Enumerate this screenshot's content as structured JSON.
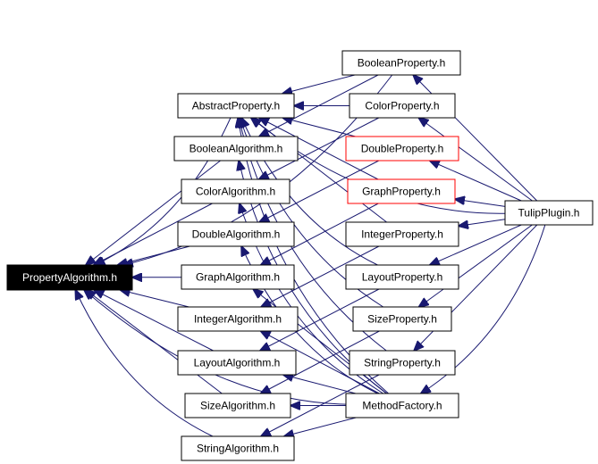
{
  "nodes": [
    {
      "id": "pa",
      "label": "PropertyAlgorithm.h",
      "style": "highlight"
    },
    {
      "id": "ap",
      "label": "AbstractProperty.h",
      "style": "normal"
    },
    {
      "id": "balg",
      "label": "BooleanAlgorithm.h",
      "style": "normal"
    },
    {
      "id": "calg",
      "label": "ColorAlgorithm.h",
      "style": "normal"
    },
    {
      "id": "dalg",
      "label": "DoubleAlgorithm.h",
      "style": "normal"
    },
    {
      "id": "galg",
      "label": "GraphAlgorithm.h",
      "style": "normal"
    },
    {
      "id": "ialg",
      "label": "IntegerAlgorithm.h",
      "style": "normal"
    },
    {
      "id": "lalg",
      "label": "LayoutAlgorithm.h",
      "style": "normal"
    },
    {
      "id": "salg",
      "label": "SizeAlgorithm.h",
      "style": "normal"
    },
    {
      "id": "stalg",
      "label": "StringAlgorithm.h",
      "style": "normal"
    },
    {
      "id": "bp",
      "label": "BooleanProperty.h",
      "style": "normal"
    },
    {
      "id": "cp",
      "label": "ColorProperty.h",
      "style": "normal"
    },
    {
      "id": "dp",
      "label": "DoubleProperty.h",
      "style": "red"
    },
    {
      "id": "gp",
      "label": "GraphProperty.h",
      "style": "red"
    },
    {
      "id": "ip",
      "label": "IntegerProperty.h",
      "style": "normal"
    },
    {
      "id": "lp",
      "label": "LayoutProperty.h",
      "style": "normal"
    },
    {
      "id": "sp",
      "label": "SizeProperty.h",
      "style": "normal"
    },
    {
      "id": "stp",
      "label": "StringProperty.h",
      "style": "normal"
    },
    {
      "id": "mf",
      "label": "MethodFactory.h",
      "style": "normal"
    },
    {
      "id": "tp",
      "label": "TulipPlugin.h",
      "style": "normal"
    }
  ],
  "edges": [
    [
      "ap",
      "pa"
    ],
    [
      "balg",
      "pa"
    ],
    [
      "calg",
      "pa"
    ],
    [
      "dalg",
      "pa"
    ],
    [
      "galg",
      "pa"
    ],
    [
      "ialg",
      "pa"
    ],
    [
      "lalg",
      "pa"
    ],
    [
      "salg",
      "pa"
    ],
    [
      "stalg",
      "pa"
    ],
    [
      "bp",
      "pa"
    ],
    [
      "mf",
      "pa"
    ],
    [
      "bp",
      "ap"
    ],
    [
      "cp",
      "ap"
    ],
    [
      "dp",
      "ap"
    ],
    [
      "gp",
      "ap"
    ],
    [
      "ip",
      "ap"
    ],
    [
      "lp",
      "ap"
    ],
    [
      "sp",
      "ap"
    ],
    [
      "stp",
      "ap"
    ],
    [
      "mf",
      "ap"
    ],
    [
      "bp",
      "balg"
    ],
    [
      "cp",
      "calg"
    ],
    [
      "dp",
      "dalg"
    ],
    [
      "gp",
      "galg"
    ],
    [
      "ip",
      "ialg"
    ],
    [
      "lp",
      "lalg"
    ],
    [
      "sp",
      "salg"
    ],
    [
      "stp",
      "stalg"
    ],
    [
      "mf",
      "balg"
    ],
    [
      "mf",
      "calg"
    ],
    [
      "mf",
      "dalg"
    ],
    [
      "mf",
      "galg"
    ],
    [
      "mf",
      "ialg"
    ],
    [
      "mf",
      "lalg"
    ],
    [
      "mf",
      "salg"
    ],
    [
      "mf",
      "stalg"
    ],
    [
      "tp",
      "bp"
    ],
    [
      "tp",
      "cp"
    ],
    [
      "tp",
      "dp"
    ],
    [
      "tp",
      "gp"
    ],
    [
      "tp",
      "ip"
    ],
    [
      "tp",
      "lp"
    ],
    [
      "tp",
      "sp"
    ],
    [
      "tp",
      "stp"
    ],
    [
      "tp",
      "mf"
    ],
    [
      "tp",
      "ap"
    ]
  ],
  "colors": {
    "edge": "#191970",
    "node_border": "#000000",
    "node_border_red": "#ff0000",
    "node_fill": "#ffffff",
    "highlight_fill": "#000000",
    "highlight_text": "#ffffff",
    "text": "#000000"
  }
}
